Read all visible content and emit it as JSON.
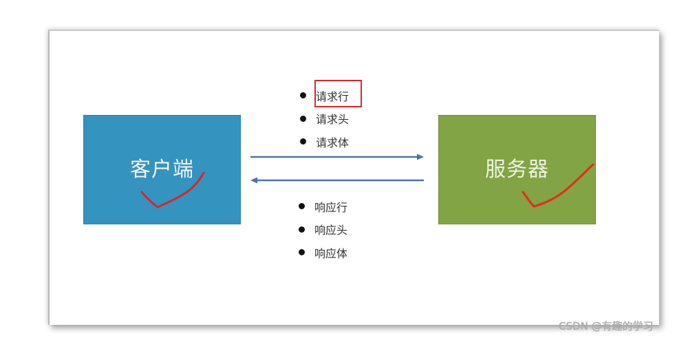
{
  "diagram": {
    "client": {
      "label": "客户端",
      "color": "#3493bf"
    },
    "server": {
      "label": "服务器",
      "color": "#82a445"
    },
    "request_items": [
      "请求行",
      "请求头",
      "请求体"
    ],
    "response_items": [
      "响应行",
      "响应头",
      "响应体"
    ],
    "highlighted_item": "请求行",
    "highlight_color": "#d8262a",
    "arrow_color": "#4a72b4",
    "annotation_color": "#d8262a"
  },
  "watermark": "CSDN @有趣的学习"
}
